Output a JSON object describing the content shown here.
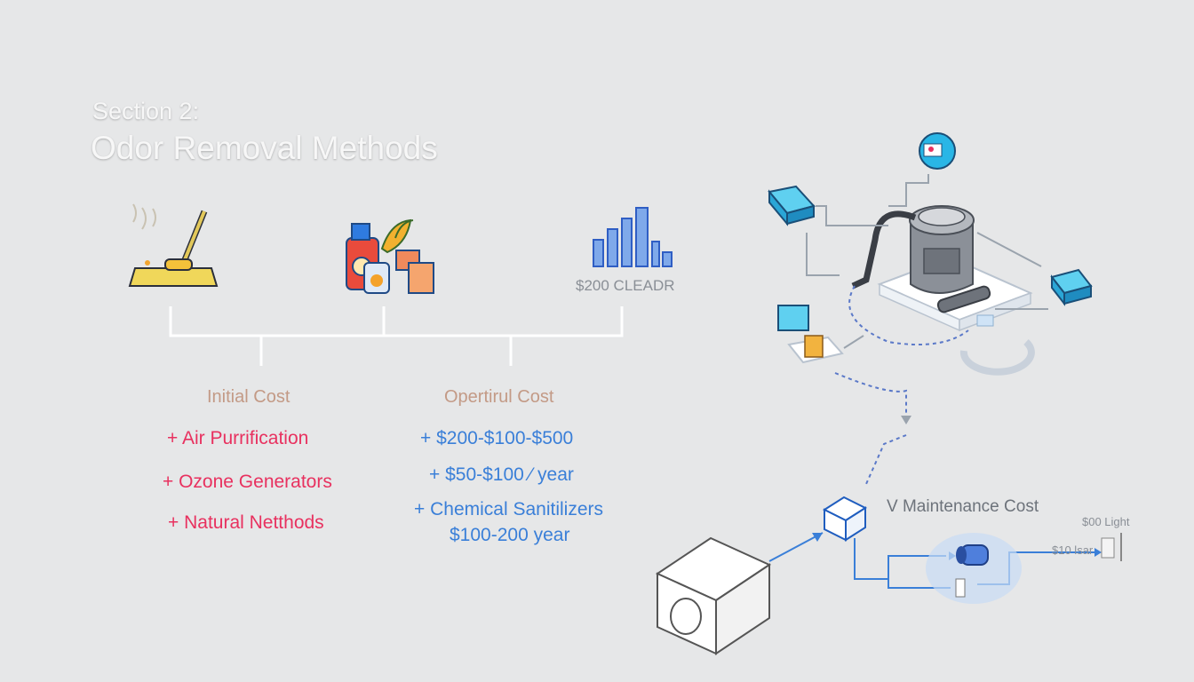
{
  "header": {
    "section_label": "Section 2:",
    "title": "Odor Removal Methods"
  },
  "icon_row": {
    "cleaner_icon": "cleaning-tool-icon",
    "products_icon": "cleaning-products-icon",
    "bars_icon": "bar-chart-icon",
    "bars_caption": "$200 CLEADR"
  },
  "initial_cost": {
    "heading": "Initial Cost",
    "items": [
      "+ Air Purrification",
      "+ Ozone Generators",
      "+ Natural Netthods"
    ]
  },
  "operational_cost": {
    "heading": "Opertirul Cost",
    "items": [
      "+ $200-$100-$500",
      "+ $50-$100 ⁄ year",
      "+ Chemical Sanitilizers",
      "$100-200 year"
    ]
  },
  "maintenance": {
    "heading": "V Maintenance Cost",
    "price_light": "$00 Light",
    "price_year": "$10 lsar"
  },
  "colors": {
    "accent_pink": "#e8315f",
    "accent_blue": "#3a7fd8",
    "cyan_device": "#29b6e6"
  }
}
